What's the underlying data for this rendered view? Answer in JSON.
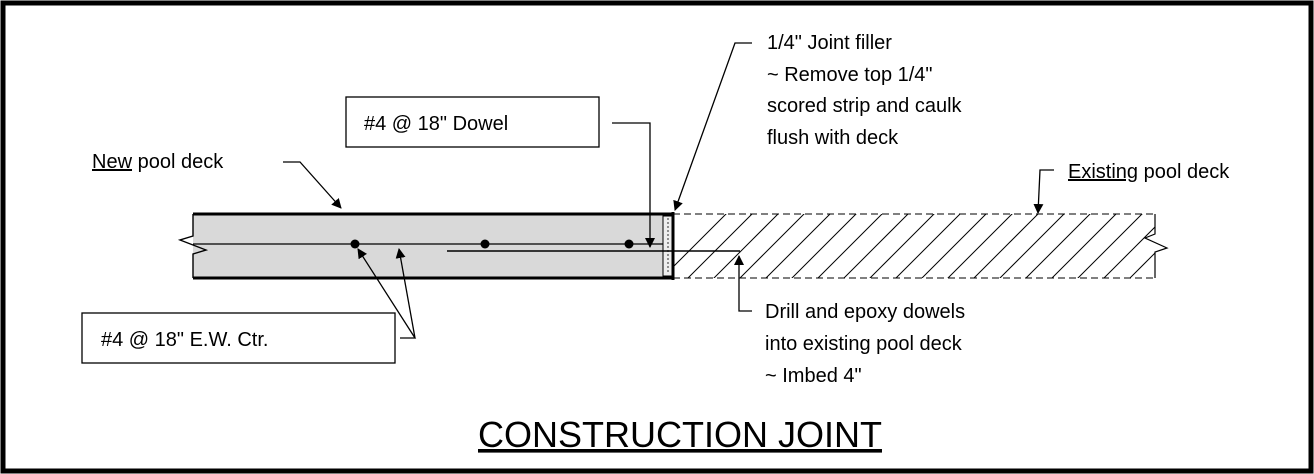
{
  "drawing": {
    "title": "CONSTRUCTION JOINT",
    "labels": {
      "new_deck_underlined": "New",
      "new_deck_rest": " pool deck",
      "existing_deck_underlined": "Existing",
      "existing_deck_rest": " pool deck",
      "dowel_box": "#4 @ 18\" Dowel",
      "rebar_box": "#4 @ 18\" E.W. Ctr.",
      "joint_filler": [
        "1/4\" Joint filler",
        "~ Remove top 1/4\"",
        "scored strip and caulk",
        "flush with deck"
      ],
      "drill_note": [
        "Drill and epoxy dowels",
        "into existing pool deck",
        "~ Imbed 4\""
      ]
    }
  }
}
